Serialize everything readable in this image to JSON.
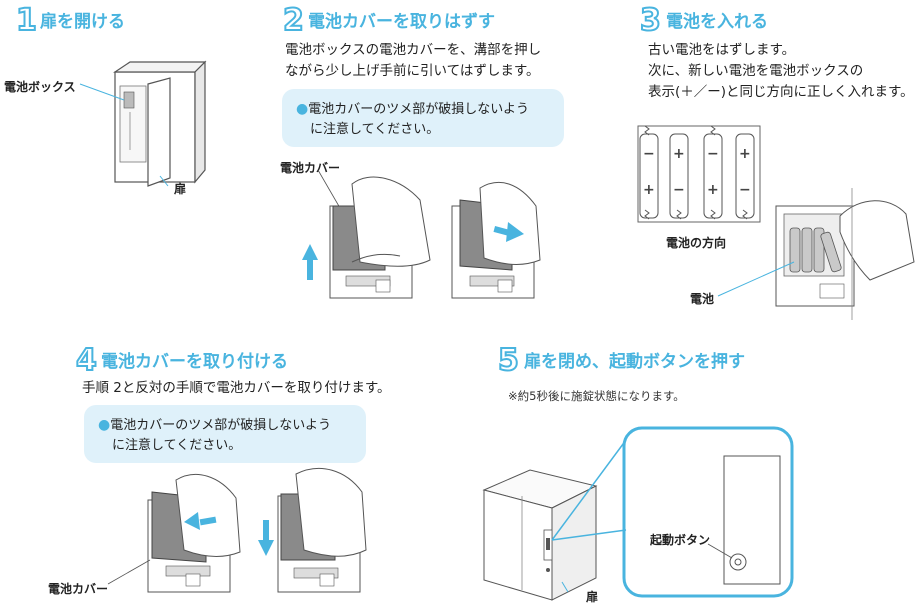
{
  "steps": [
    {
      "num": "1",
      "title": "扉を開ける"
    },
    {
      "num": "2",
      "title": "電池カバーを取りはずす",
      "text": [
        "電池ボックスの電池カバーを、溝部を押し",
        "ながら少し上げ手前に引いてはずします。"
      ],
      "note": [
        "電池カバーのツメ部が破損しないよう",
        "に注意してください。"
      ]
    },
    {
      "num": "3",
      "title": "電池を入れる",
      "text": [
        "古い電池をはずします。",
        "次に、新しい電池を電池ボックスの",
        "表示(＋／ー)と同じ方向に正しく入れます。"
      ]
    },
    {
      "num": "4",
      "title": "電池カバーを取り付ける",
      "text": [
        "手順 2と反対の手順で電池カバーを取り付けます。"
      ],
      "note": [
        "電池カバーのツメ部が破損しないよう",
        "に注意してください。"
      ]
    },
    {
      "num": "5",
      "title": "扉を閉め、起動ボタンを押す",
      "text": [
        "※約5秒後に施錠状態になります。"
      ]
    }
  ],
  "labels": {
    "battery_box": "電池ボックス",
    "door": "扉",
    "battery_cover": "電池カバー",
    "battery_direction": "電池の方向",
    "battery": "電池",
    "start_button": "起動ボタン"
  },
  "battery_signs": {
    "plus": "+",
    "minus": "−"
  },
  "colors": {
    "accent": "#49b4df",
    "note_bg": "#dff1fa",
    "cover_gray": "#8a8a8a"
  }
}
